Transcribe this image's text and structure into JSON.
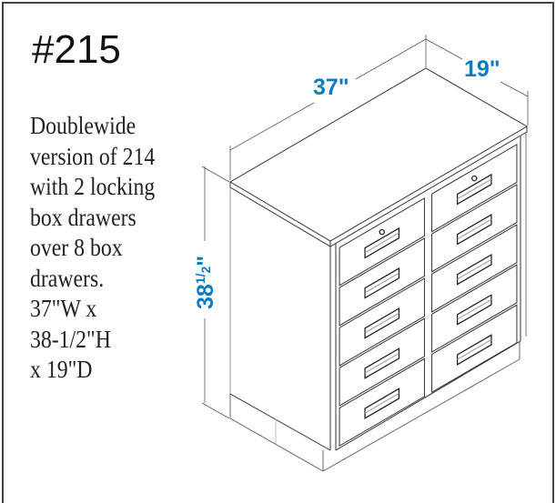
{
  "model_number": "#215",
  "description_lines": [
    "Doublewide",
    "version of 214",
    "with 2 locking",
    "box drawers",
    "over 8 box",
    "drawers.",
    "37\"W x",
    "38-1/2\"H",
    "x 19\"D"
  ],
  "dimensions": {
    "width": "37\"",
    "depth": "19\"",
    "height_whole": "38",
    "height_fraction_num": "1",
    "height_fraction_den": "2",
    "height_mark": "\""
  },
  "drawers": {
    "columns": 2,
    "rows_per_column": 5,
    "locking_drawers": 2,
    "box_drawers": 8
  },
  "colors": {
    "dimension_text": "#0a7cc4",
    "line": "#333333"
  }
}
